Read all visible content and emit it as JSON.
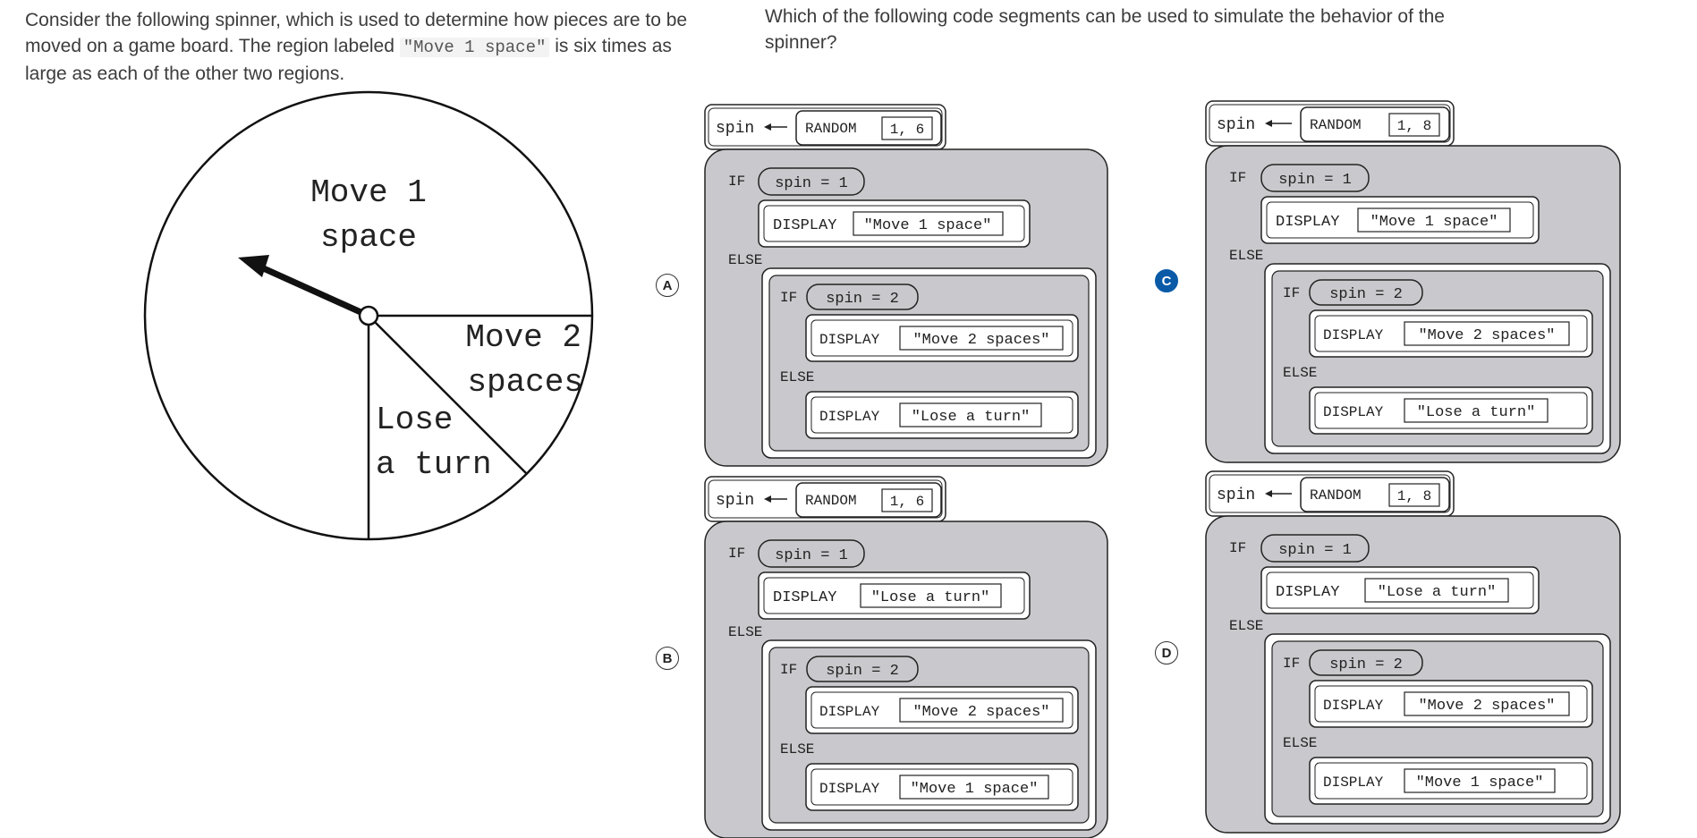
{
  "question": {
    "stem_before": "Consider the following spinner, which is used to determine how pieces are to be moved on a game board. The region labeled",
    "stem_code": "\"Move 1 space\"",
    "stem_after": "is six times as large as each of the other two regions.",
    "prompt": "Which of the following code segments can be used to simulate the behavior of the spinner?"
  },
  "spinner": {
    "regions": [
      {
        "line1": "Move 1",
        "line2": "space"
      },
      {
        "line1": "Move 2",
        "line2": "spaces"
      },
      {
        "line1": "Lose",
        "line2": "a turn"
      }
    ]
  },
  "keywords": {
    "if": "IF",
    "else": "ELSE",
    "display": "DISPLAY",
    "random": "RANDOM",
    "spin": "spin"
  },
  "options": [
    {
      "letter": "A",
      "selected": false,
      "range": "1, 6",
      "cond1": "spin = 1",
      "cond2": "spin = 2",
      "out1": "\"Move 1 space\"",
      "out2": "\"Move 2 spaces\"",
      "out3": "\"Lose a turn\""
    },
    {
      "letter": "B",
      "selected": false,
      "range": "1, 6",
      "cond1": "spin = 1",
      "cond2": "spin = 2",
      "out1": "\"Lose a turn\"",
      "out2": "\"Move 2 spaces\"",
      "out3": "\"Move 1 space\""
    },
    {
      "letter": "C",
      "selected": true,
      "range": "1, 8",
      "cond1": "spin = 1",
      "cond2": "spin = 2",
      "out1": "\"Move 1 space\"",
      "out2": "\"Move 2 spaces\"",
      "out3": "\"Lose a turn\""
    },
    {
      "letter": "D",
      "selected": false,
      "range": "1, 8",
      "cond1": "spin = 1",
      "cond2": "spin = 2",
      "out1": "\"Lose a turn\"",
      "out2": "\"Move 2 spaces\"",
      "out3": "\"Move 1 space\""
    }
  ]
}
